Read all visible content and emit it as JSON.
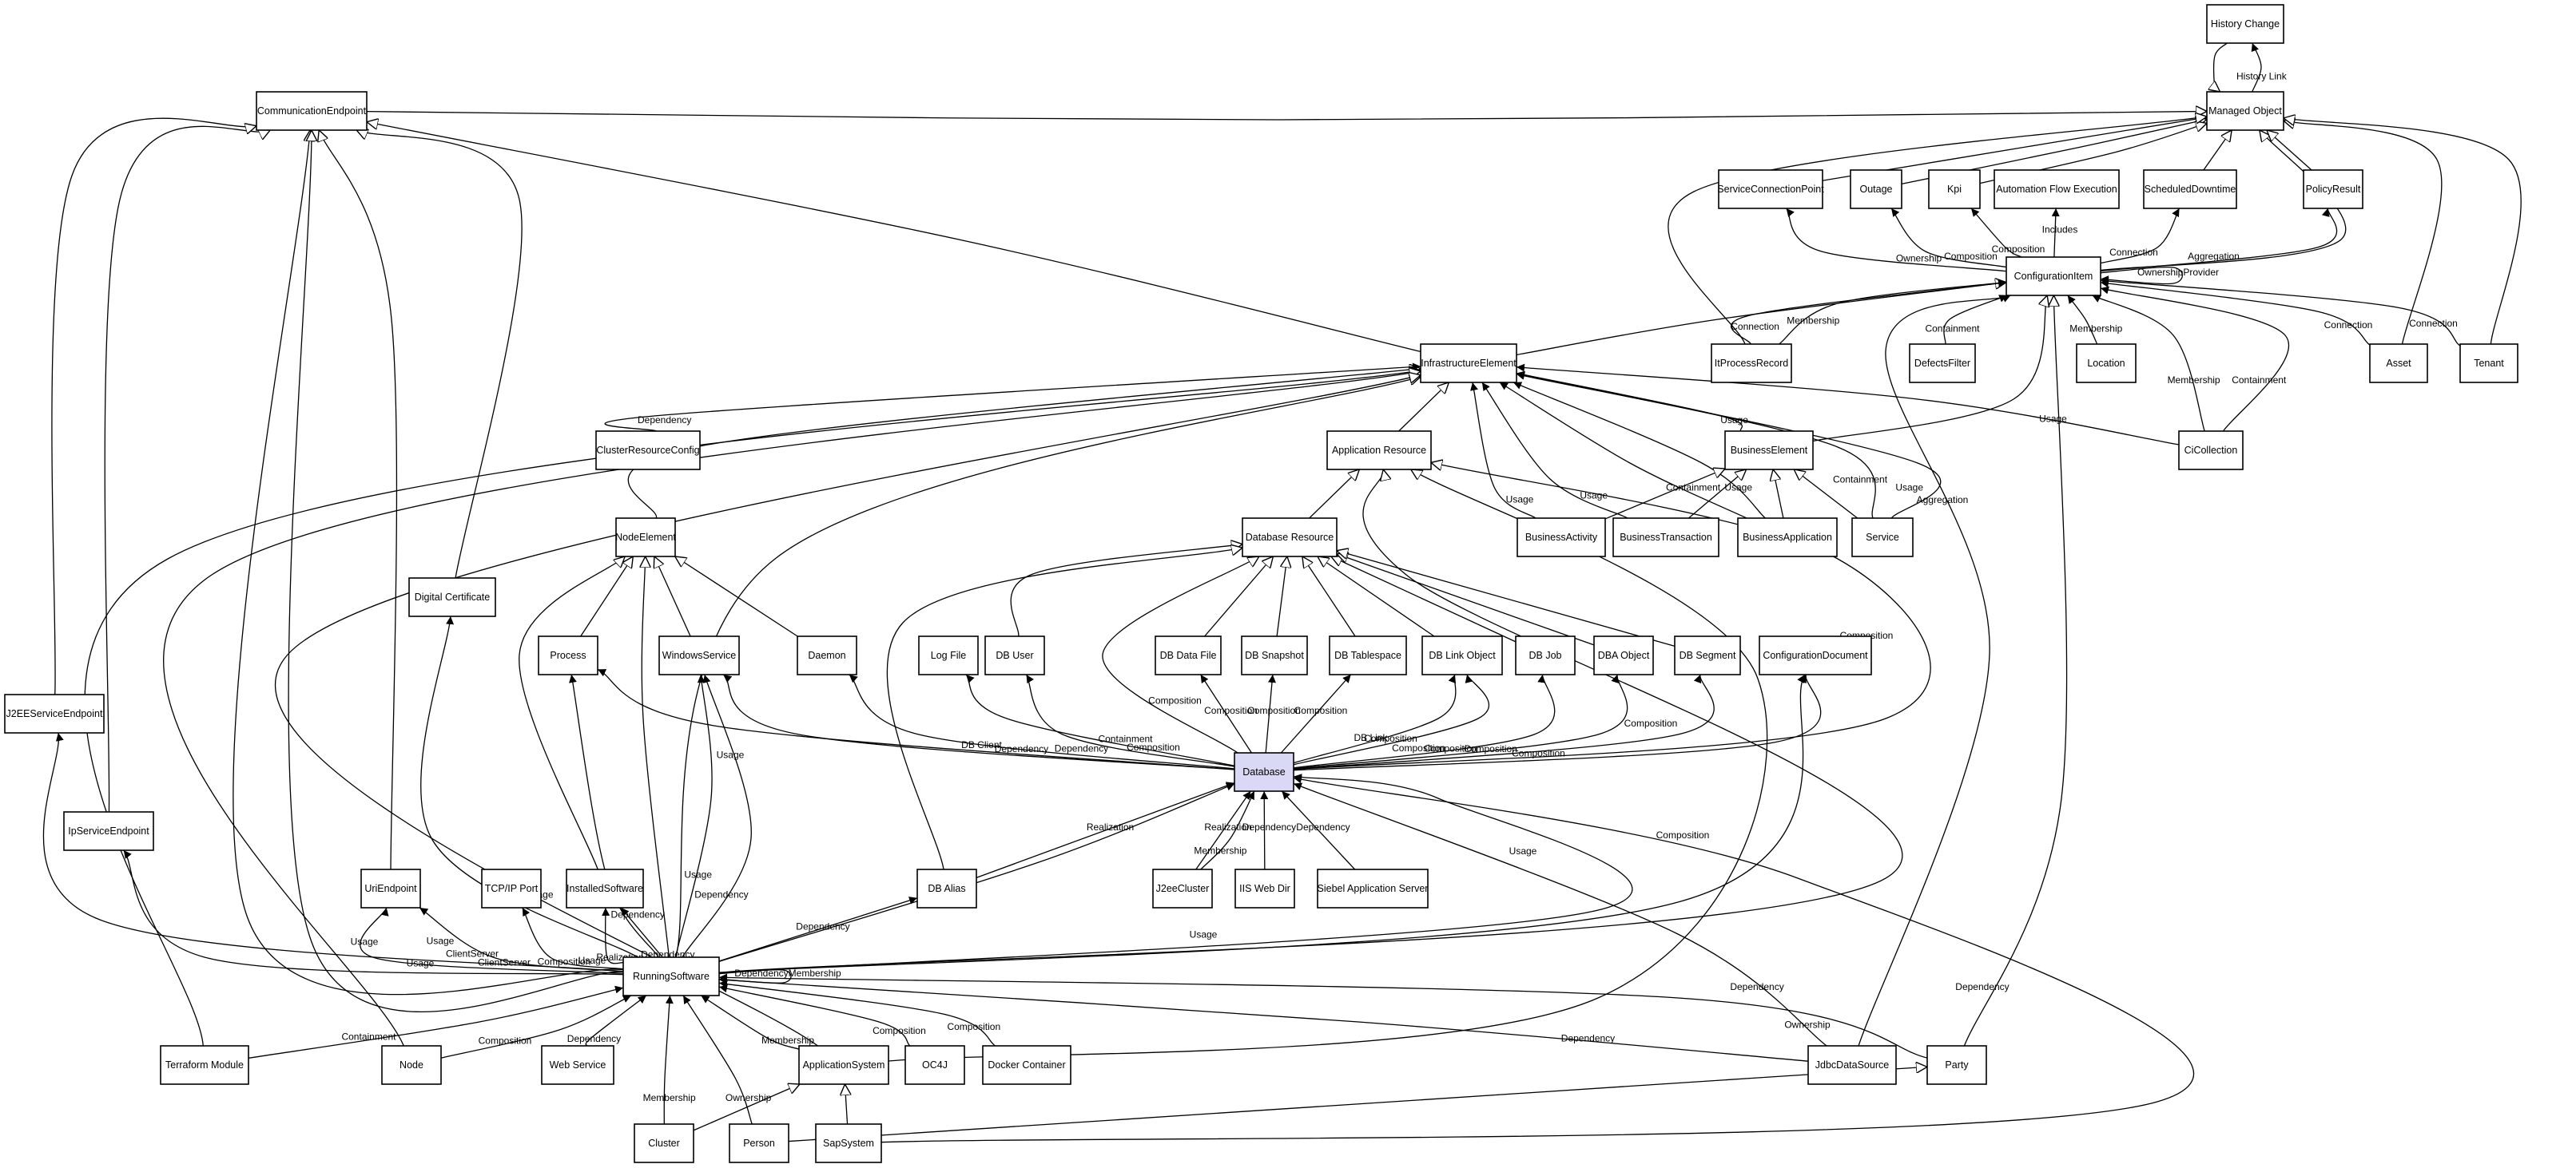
{
  "nodes": {
    "history_change": "History Change",
    "managed_object": "Managed Object",
    "communication_endpoint": "CommunicationEndpoint",
    "service_connection_point": "ServiceConnectionPoint",
    "outage": "Outage",
    "kpi": "Kpi",
    "automation_flow_execution": "Automation Flow Execution",
    "scheduled_downtime": "ScheduledDowntime",
    "policy_result": "PolicyResult",
    "configuration_item": "ConfigurationItem",
    "infrastructure_element": "InfrastructureElement",
    "itprocess_record": "ItProcessRecord",
    "defects_filter": "DefectsFilter",
    "location": "Location",
    "asset": "Asset",
    "tenant": "Tenant",
    "cluster_resource_config": "ClusterResourceConfig",
    "application_resource": "Application Resource",
    "business_element": "BusinessElement",
    "ci_collection": "CiCollection",
    "node_element": "NodeElement",
    "database_resource": "Database Resource",
    "business_activity": "BusinessActivity",
    "business_transaction": "BusinessTransaction",
    "business_application": "BusinessApplication",
    "service": "Service",
    "digital_certificate": "Digital Certificate",
    "process": "Process",
    "windows_service": "WindowsService",
    "daemon": "Daemon",
    "log_file": "Log File",
    "db_user": "DB User",
    "db_data_file": "DB Data File",
    "db_snapshot": "DB Snapshot",
    "db_tablespace": "DB Tablespace",
    "db_link_object": "DB Link Object",
    "db_job": "DB Job",
    "dba_object": "DBA Object",
    "db_segment": "DB Segment",
    "configuration_document": "ConfigurationDocument",
    "j2ee_service_endpoint": "J2EEServiceEndpoint",
    "database": "Database",
    "ip_service_endpoint": "IpServiceEndpoint",
    "uri_endpoint": "UriEndpoint",
    "tcpip_port": "TCP/IP Port",
    "installed_software": "InstalledSoftware",
    "db_alias": "DB Alias",
    "j2ee_cluster": "J2eeCluster",
    "iis_web_dir": "IIS Web Dir",
    "siebel_application_server": "Siebel Application Server",
    "running_software": "RunningSoftware",
    "terraform_module": "Terraform Module",
    "node": "Node",
    "web_service": "Web Service",
    "application_system": "ApplicationSystem",
    "oc4j": "OC4J",
    "docker_container": "Docker Container",
    "jdbc_data_source": "JdbcDataSource",
    "party": "Party",
    "cluster": "Cluster",
    "person": "Person",
    "sap_system": "SapSystem"
  },
  "edge_labels": {
    "history_link": "History Link",
    "ownership": "Ownership",
    "composition": "Composition",
    "includes": "Includes",
    "connection": "Connection",
    "aggregation": "Aggregation",
    "membership": "Membership",
    "containment": "Containment",
    "dependency": "Dependency",
    "usage": "Usage",
    "client_server": "ClientServer",
    "db_client": "DB Client",
    "db_link": "DB Link",
    "realization": "Realization",
    "ownership_provider": "OwnershipProvider",
    "dependency_membership": "DependencyMembership"
  },
  "colors": {
    "node_fill": "#ffffff",
    "focus_fill": "#d9d9f5",
    "stroke": "#000000"
  }
}
